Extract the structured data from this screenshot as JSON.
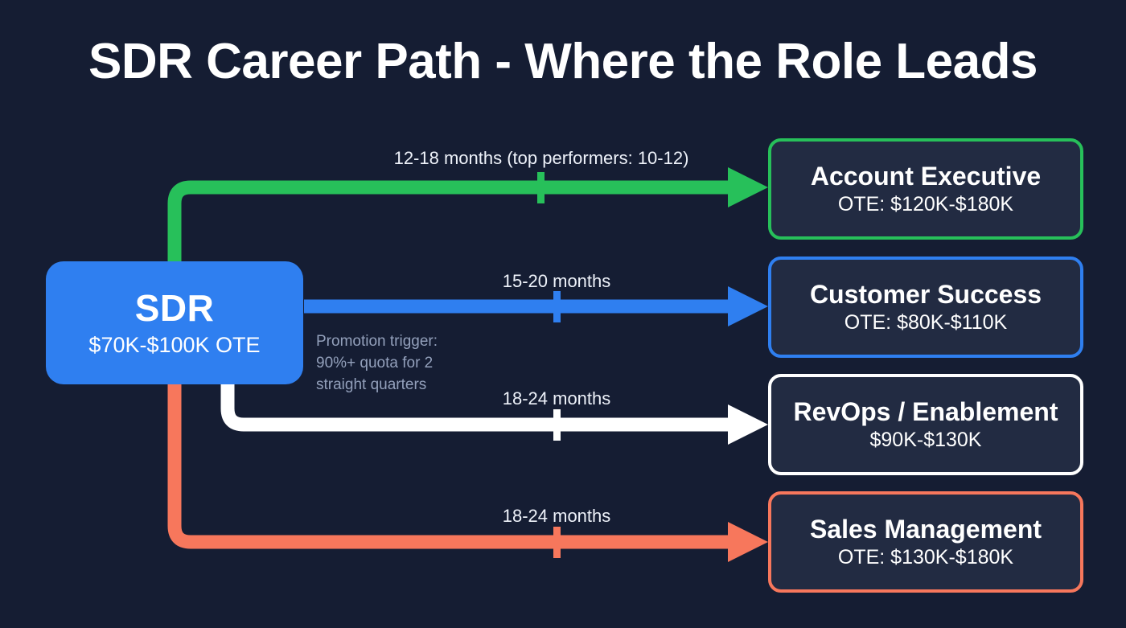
{
  "header": {
    "title": "SDR Career Path - Where the Role Leads"
  },
  "colors": {
    "background": "#151d33",
    "node_fill": "#222b42",
    "source_fill": "#2f7ff0",
    "text": "#ffffff",
    "note_text": "#93a0bb",
    "green": "#27c05a",
    "blue": "#2f7ff0",
    "white": "#ffffff",
    "coral": "#f7775c"
  },
  "source_node": {
    "title": "SDR",
    "subtitle": "$70K-$100K OTE"
  },
  "note": {
    "text": "Promotion trigger:\n90%+ quota for 2\nstraight quarters"
  },
  "paths": [
    {
      "id": "account-executive",
      "label": "12-18 months (top performers: 10-12)",
      "color": "#27c05a",
      "destination": {
        "title": "Account Executive",
        "subtitle": "OTE: $120K-$180K"
      }
    },
    {
      "id": "customer-success",
      "label": "15-20 months",
      "color": "#2f7ff0",
      "destination": {
        "title": "Customer Success",
        "subtitle": "OTE: $80K-$110K"
      }
    },
    {
      "id": "revops-enablement",
      "label": "18-24 months",
      "color": "#ffffff",
      "destination": {
        "title": "RevOps / Enablement",
        "subtitle": "$90K-$130K"
      }
    },
    {
      "id": "sales-management",
      "label": "18-24 months",
      "color": "#f7775c",
      "destination": {
        "title": "Sales Management",
        "subtitle": "OTE: $130K-$180K"
      }
    }
  ]
}
